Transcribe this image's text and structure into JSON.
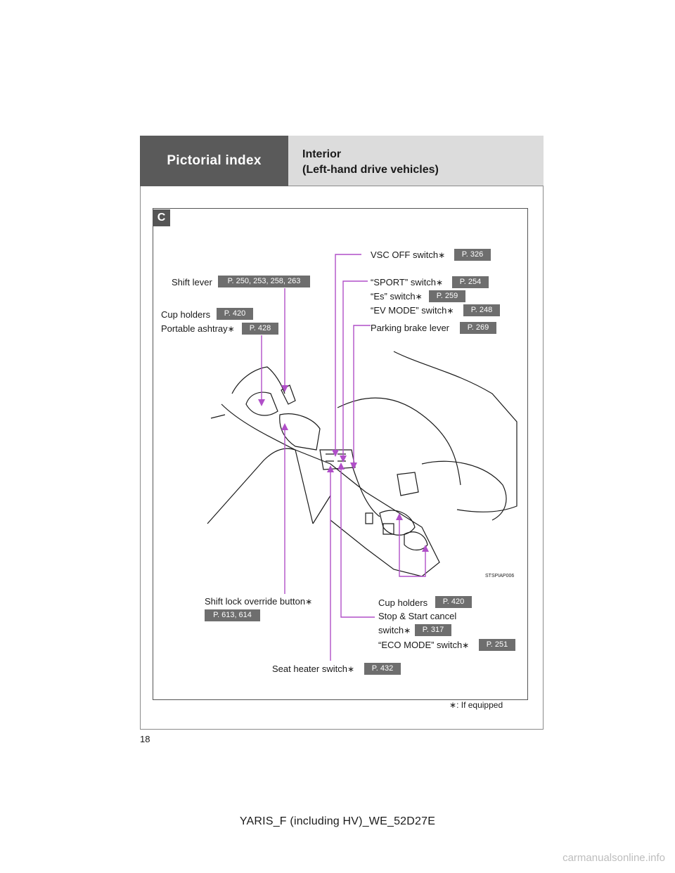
{
  "header": {
    "section": "Pictorial index",
    "title_line1": "Interior",
    "title_line2": "(Left-hand drive vehicles)"
  },
  "panel_badge": "C",
  "labels": {
    "vsc_off": "VSC OFF switch",
    "sport": "“SPORT” switch",
    "es": "“Es” switch",
    "ev_mode": "“EV MODE” switch",
    "parking_brake": "Parking brake lever",
    "shift_lever": "Shift lever",
    "cup_holders_top": "Cup holders",
    "ashtray": "Portable ashtray",
    "shift_lock": "Shift lock override button",
    "cup_holders_bottom": "Cup holders",
    "stop_start_1": "Stop & Start cancel",
    "stop_start_2": "switch",
    "eco_mode": "“ECO MODE” switch",
    "seat_heater": "Seat heater switch"
  },
  "refs": {
    "vsc_off": "P. 326",
    "sport": "P. 254",
    "es": "P. 259",
    "ev_mode": "P. 248",
    "parking_brake": "P. 269",
    "shift_lever": "P. 250, 253, 258, 263",
    "cup_holders_top": "P. 420",
    "ashtray": "P. 428",
    "shift_lock": "P. 613, 614",
    "cup_holders_bottom": "P. 420",
    "stop_start": "P. 317",
    "eco_mode": "P. 251",
    "seat_heater": "P. 432"
  },
  "star": "∗",
  "image_code": "STSPIAP006",
  "footnote": ": If equipped",
  "page_number": "18",
  "footer": "YARIS_F (including HV)_WE_52D27E",
  "watermark": "carmanualsonline.info",
  "colors": {
    "leader": "#b04fc8",
    "ref_bg": "#6e6e6e",
    "header_dark": "#5a5a5a",
    "header_light": "#dcdcdc"
  }
}
